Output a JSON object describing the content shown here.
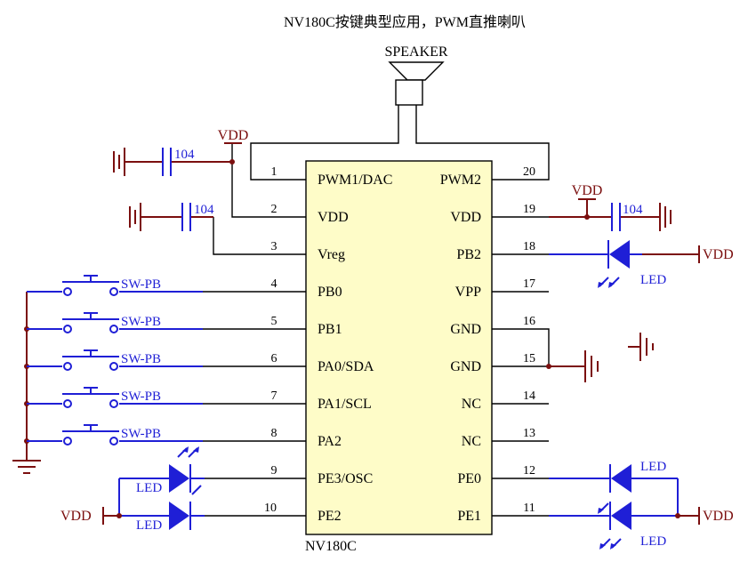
{
  "title": "NV180C按键典型应用，PWM直推喇叭",
  "chip": {
    "name": "NV180C",
    "fill": "#fefcc8",
    "left_pins": [
      {
        "num": "1",
        "label": "PWM1/DAC"
      },
      {
        "num": "2",
        "label": "VDD"
      },
      {
        "num": "3",
        "label": "Vreg"
      },
      {
        "num": "4",
        "label": "PB0"
      },
      {
        "num": "5",
        "label": "PB1"
      },
      {
        "num": "6",
        "label": "PA0/SDA"
      },
      {
        "num": "7",
        "label": "PA1/SCL"
      },
      {
        "num": "8",
        "label": "PA2"
      },
      {
        "num": "9",
        "label": "PE3/OSC"
      },
      {
        "num": "10",
        "label": "PE2"
      }
    ],
    "right_pins": [
      {
        "num": "20",
        "label": "PWM2"
      },
      {
        "num": "19",
        "label": "VDD"
      },
      {
        "num": "18",
        "label": "PB2"
      },
      {
        "num": "17",
        "label": "VPP"
      },
      {
        "num": "16",
        "label": "GND"
      },
      {
        "num": "15",
        "label": "GND"
      },
      {
        "num": "14",
        "label": "NC"
      },
      {
        "num": "13",
        "label": "NC"
      },
      {
        "num": "12",
        "label": "PE0"
      },
      {
        "num": "11",
        "label": "PE1"
      }
    ]
  },
  "speaker": {
    "label": "SPEAKER"
  },
  "capacitors": [
    {
      "value": "104"
    },
    {
      "value": "104"
    },
    {
      "value": "104"
    }
  ],
  "switches": [
    {
      "label": "SW-PB"
    },
    {
      "label": "SW-PB"
    },
    {
      "label": "SW-PB"
    },
    {
      "label": "SW-PB"
    },
    {
      "label": "SW-PB"
    }
  ],
  "leds": [
    {
      "label": "LED"
    },
    {
      "label": "LED"
    },
    {
      "label": "LED"
    },
    {
      "label": "LED"
    },
    {
      "label": "LED"
    }
  ],
  "power": {
    "vdd_top": "VDD",
    "vdd_pin19": "VDD",
    "vdd_pb2": "VDD",
    "vdd_left": "VDD",
    "vdd_right": "VDD"
  },
  "colors": {
    "wire": "#000000",
    "component": "#1f1fd6",
    "power": "#7b0f0f",
    "chip_fill": "#fefcc8"
  }
}
